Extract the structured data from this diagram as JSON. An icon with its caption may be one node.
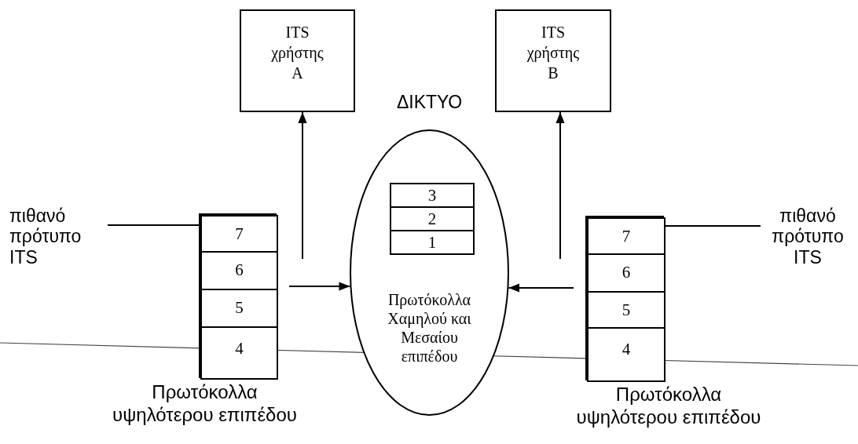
{
  "diagram": {
    "nodes": [
      {
        "text": [
          "ITS χρήστης A"
        ]
      },
      {
        "text": [
          "ITS χρήστης B"
        ]
      },
      {
        "text": [
          "ΔΙΚΤΥΟ",
          "Πρωτόκολλα Χαμηλού και Μεσαίου επιπέδου"
        ]
      },
      {
        "text": [
          "3"
        ],
        "in": 2
      },
      {
        "text": [
          "2"
        ],
        "in": 2
      },
      {
        "text": [
          "1"
        ],
        "in": 2
      },
      {
        "text": [],
        "shape": "box",
        "beside": [
          "Πρωτόκολλα υψηλότερου επιπέδου"
        ]
      },
      {
        "text": [
          "7"
        ],
        "in": 6
      },
      {
        "text": [
          "6"
        ],
        "in": 6
      },
      {
        "text": [
          "5"
        ],
        "in": 6
      },
      {
        "text": [
          "4"
        ],
        "in": 6
      },
      {
        "text": [
          "πιθανό πρότυπο ITS"
        ]
      },
      {
        "text": [],
        "shape": "box",
        "beside": [
          "Πρωτόκολλα υψηλότερου επιπέδου"
        ]
      },
      {
        "text": [
          "7"
        ],
        "in": 12
      },
      {
        "text": [
          "6"
        ],
        "in": 12
      },
      {
        "text": [
          "5"
        ],
        "in": 12
      },
      {
        "text": [
          "4"
        ],
        "in": 12
      },
      {
        "text": [
          "πιθανό πρότυπο ITS"
        ]
      }
    ],
    "edges": [
      {
        "from": null,
        "to": 0,
        "arrow": "to"
      },
      {
        "from": null,
        "to": 1,
        "arrow": "to"
      },
      {
        "from": null,
        "to": 2,
        "arrow": "to"
      },
      {
        "from": null,
        "to": 2,
        "arrow": "to"
      },
      {
        "from": 11,
        "to": 7,
        "arrow": "none"
      },
      {
        "from": 17,
        "to": 13,
        "arrow": "none"
      }
    ]
  }
}
